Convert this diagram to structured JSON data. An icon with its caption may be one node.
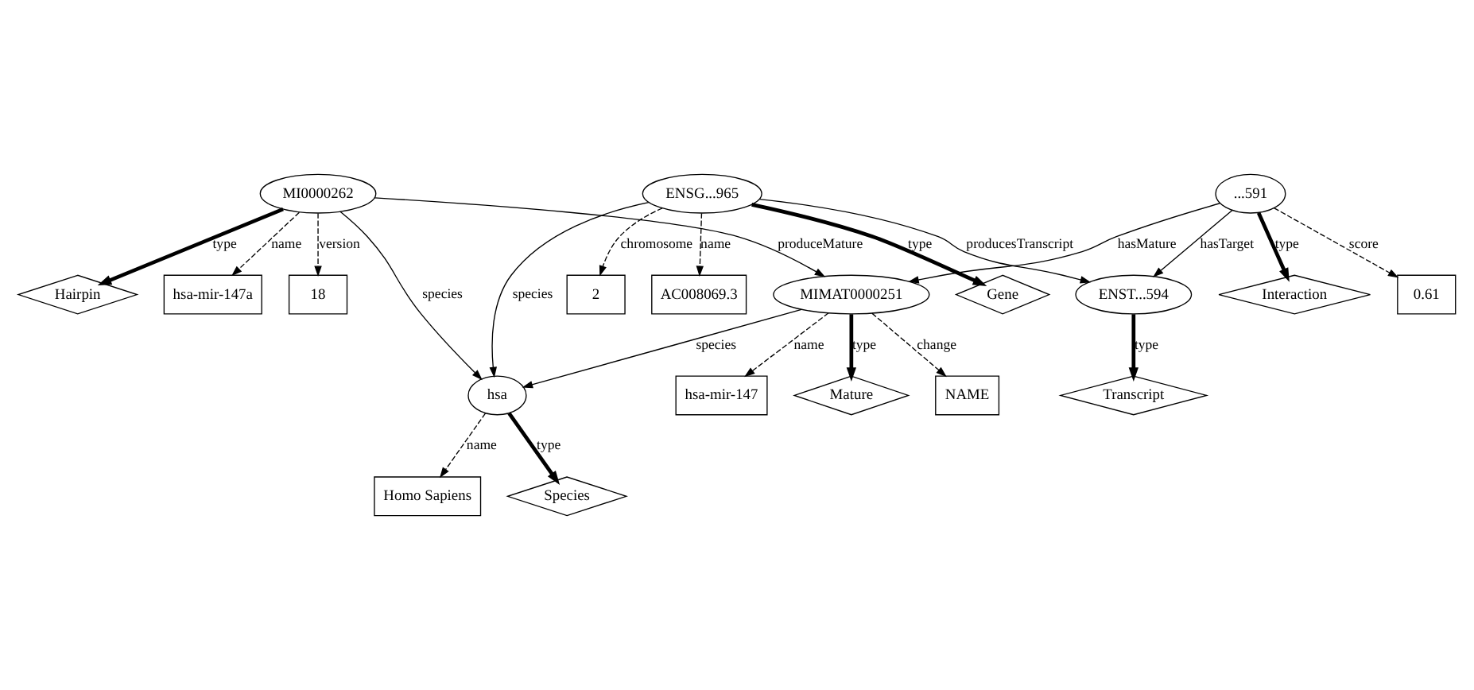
{
  "diagram": {
    "nodes": [
      {
        "text": [
          "MI0000262"
        ]
      },
      {
        "text": [
          "hsa-mir-147a"
        ]
      },
      {
        "text": [
          "MIMAT0000251"
        ]
      },
      {
        "text": [
          "NAME"
        ]
      },
      {
        "text": [
          "hsa-mir-147"
        ]
      },
      {
        "text": [
          "18"
        ]
      },
      {
        "text": [
          "hsa"
        ]
      },
      {
        "text": [
          "Hairpin"
        ]
      },
      {
        "text": [
          "ENSG...965"
        ]
      },
      {
        "text": [
          "Mature"
        ]
      },
      {
        "text": [
          "2"
        ]
      },
      {
        "text": [
          "AC008069.3"
        ]
      },
      {
        "text": [
          "Gene"
        ]
      },
      {
        "text": [
          "Homo Sapiens"
        ]
      },
      {
        "text": [
          "Species"
        ]
      },
      {
        "text": [
          "Interaction"
        ]
      },
      {
        "text": [
          "Transcript"
        ]
      },
      {
        "text": [
          "ENST...594"
        ]
      },
      {
        "text": [
          "...591"
        ]
      },
      {
        "text": [
          "0.61"
        ]
      }
    ],
    "edges": [
      {
        "from": 0,
        "to": 1,
        "arrow": "to",
        "label": "name",
        "style": "dashed"
      },
      {
        "from": 0,
        "to": 2,
        "arrow": "to",
        "label": "produceMature"
      },
      {
        "from": 0,
        "to": 5,
        "arrow": "to",
        "label": "version",
        "style": "dashed"
      },
      {
        "from": 0,
        "to": 7,
        "arrow": "to",
        "label": "type",
        "style": "thick"
      },
      {
        "from": 0,
        "to": 6,
        "arrow": "to",
        "label": "species"
      },
      {
        "from": 2,
        "to": 3,
        "arrow": "to",
        "label": "change",
        "style": "dashed"
      },
      {
        "from": 2,
        "to": 4,
        "arrow": "to",
        "label": "name",
        "style": "dashed"
      },
      {
        "from": 2,
        "to": 6,
        "arrow": "to",
        "label": "species"
      },
      {
        "from": 2,
        "to": 9,
        "arrow": "to",
        "label": "type",
        "style": "thick"
      },
      {
        "from": 8,
        "to": 6,
        "arrow": "to",
        "label": "species"
      },
      {
        "from": 8,
        "to": 10,
        "arrow": "to",
        "label": "chromosome",
        "style": "dashed"
      },
      {
        "from": 8,
        "to": 11,
        "arrow": "to",
        "label": "name",
        "style": "dashed"
      },
      {
        "from": 8,
        "to": 12,
        "arrow": "to",
        "label": "type",
        "style": "thick"
      },
      {
        "from": 8,
        "to": 17,
        "arrow": "to",
        "label": "producesTranscript"
      },
      {
        "from": 6,
        "to": 14,
        "arrow": "to",
        "label": "type",
        "style": "thick"
      },
      {
        "from": 6,
        "to": 13,
        "arrow": "to",
        "label": "name",
        "style": "dashed"
      },
      {
        "from": 18,
        "to": 2,
        "arrow": "to",
        "label": "hasMature"
      },
      {
        "from": 18,
        "to": 15,
        "arrow": "to",
        "label": "type",
        "style": "thick"
      },
      {
        "from": 18,
        "to": 17,
        "arrow": "to",
        "label": "hasTarget"
      },
      {
        "from": 18,
        "to": 19,
        "arrow": "to",
        "label": "score",
        "style": "dashed"
      },
      {
        "from": 17,
        "to": 16,
        "arrow": "to",
        "label": "type",
        "style": "thick"
      }
    ]
  }
}
